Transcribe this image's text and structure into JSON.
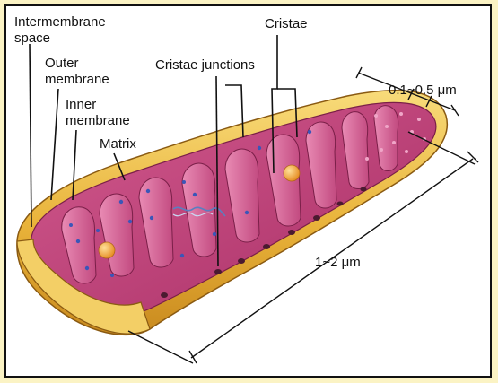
{
  "labels": {
    "intermembrane_line1": "Intermembrane",
    "intermembrane_line2": "space",
    "outer_line1": "Outer",
    "outer_line2": "membrane",
    "inner_line1": "Inner",
    "inner_line2": "membrane",
    "matrix": "Matrix",
    "cristae_junctions": "Cristae junctions",
    "cristae": "Cristae",
    "width_dim": "0.1~0.5 μm",
    "length_dim": "1~2 μm"
  },
  "colors": {
    "outer_membrane": "#e9b33a",
    "outer_membrane_light": "#f7d978",
    "intermembrane": "#c9407a",
    "matrix": "#c23d78",
    "cristae": "#e07aa8",
    "page_border": "#fbf3c4"
  }
}
